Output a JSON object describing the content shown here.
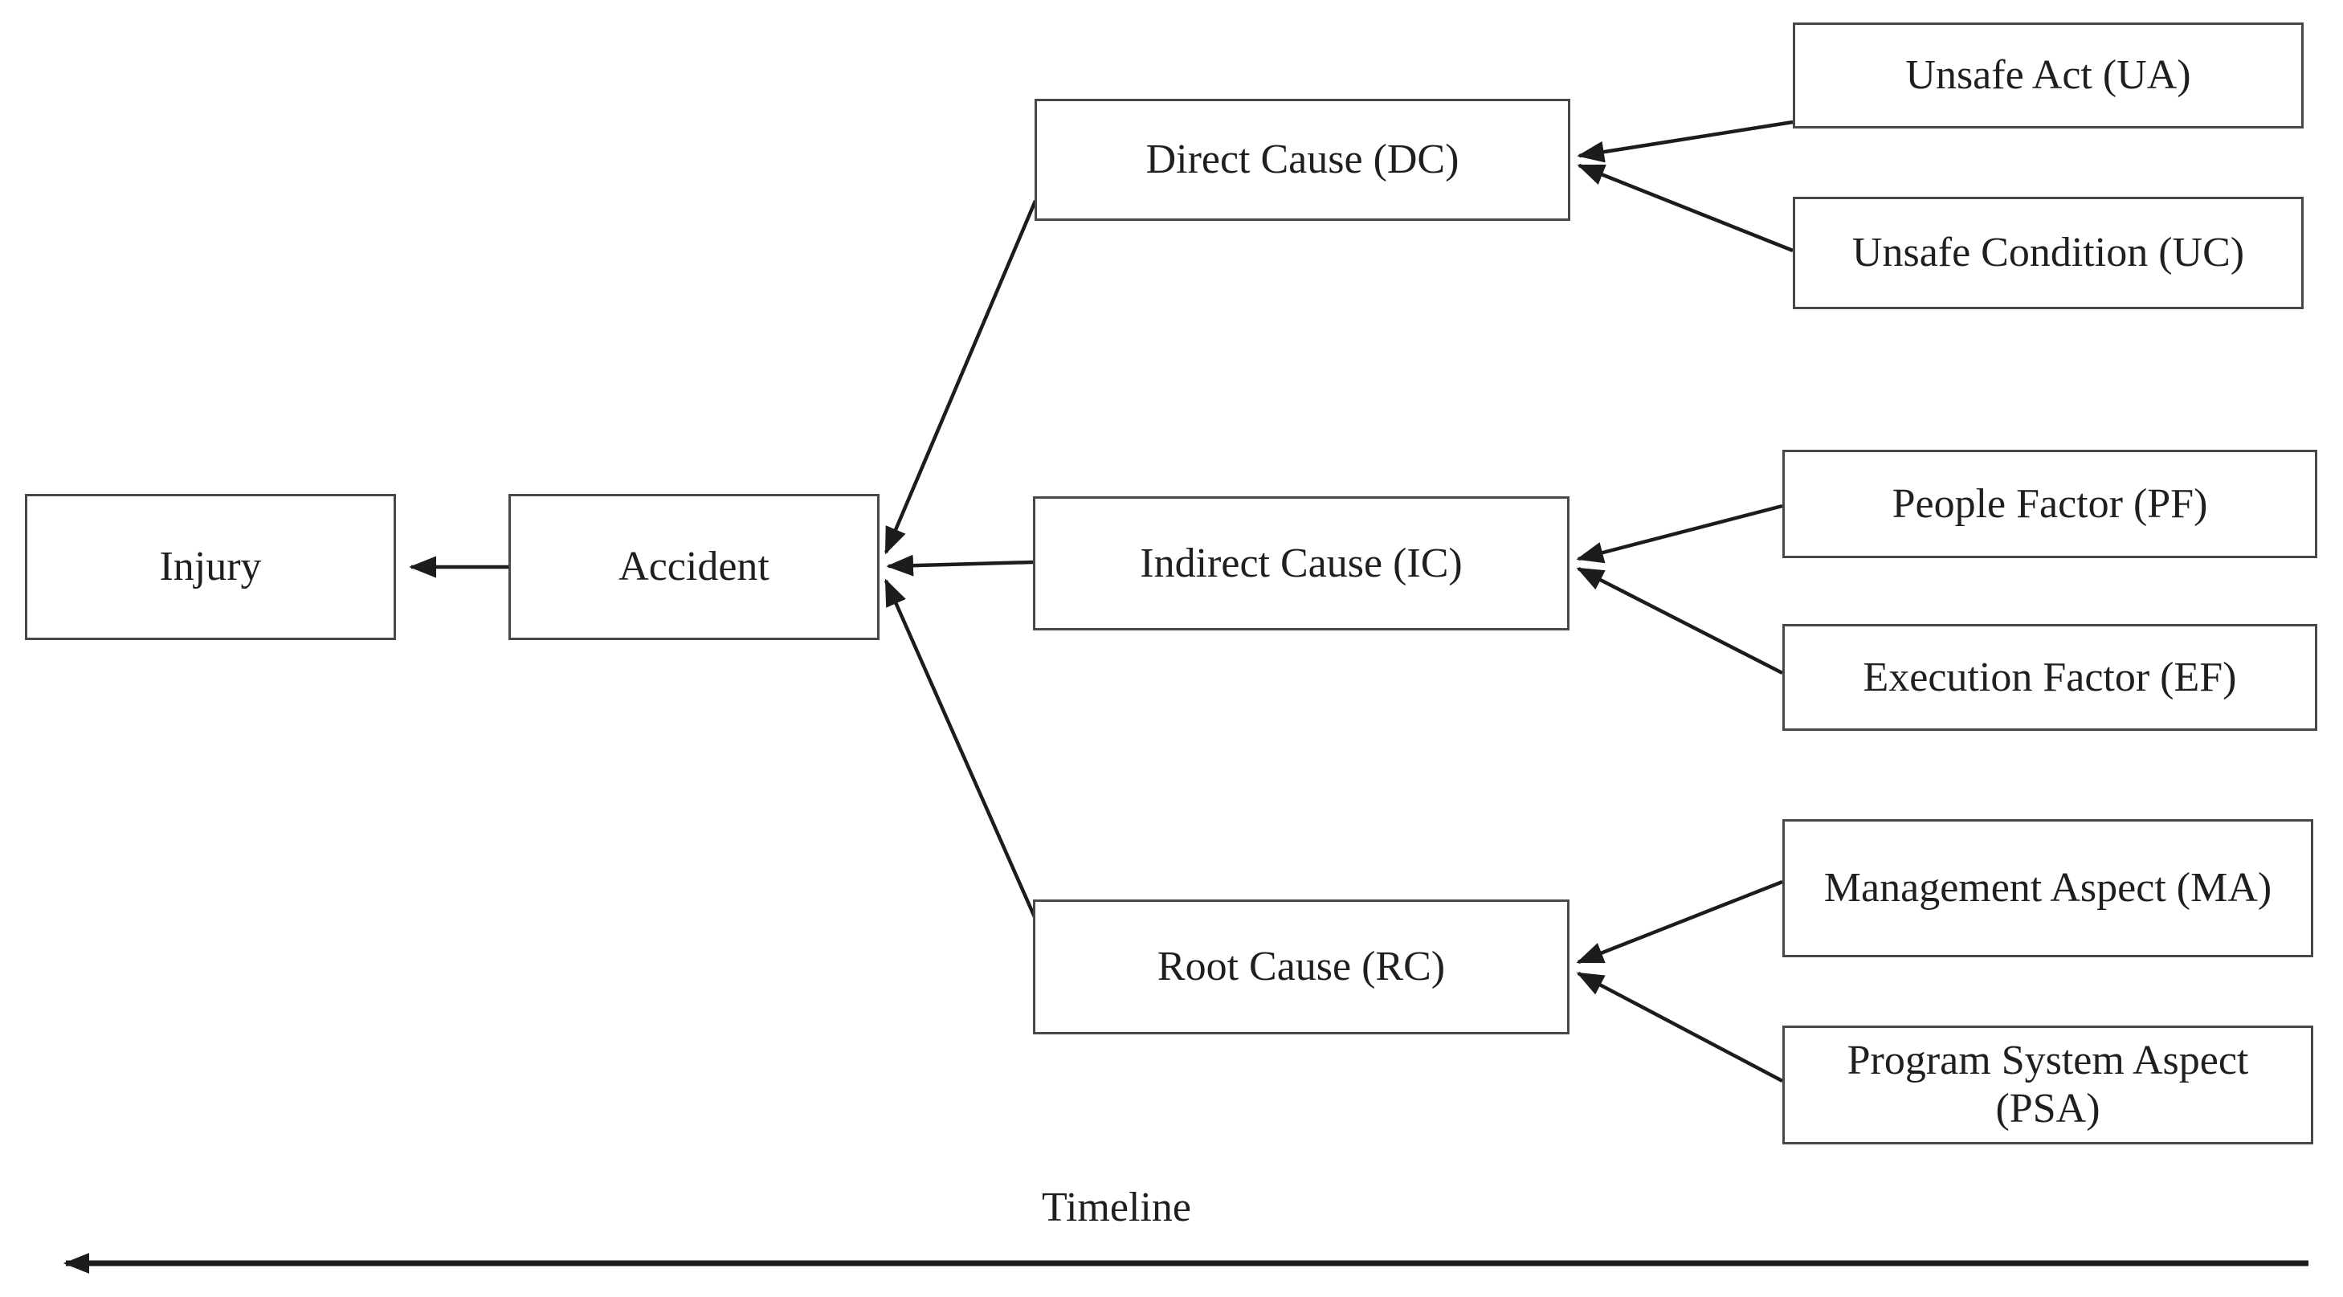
{
  "nodes": {
    "injury": {
      "label": "Injury"
    },
    "accident": {
      "label": "Accident"
    },
    "direct_cause": {
      "label": "Direct Cause (DC)"
    },
    "indirect_cause": {
      "label": "Indirect Cause (IC)"
    },
    "root_cause": {
      "label": "Root Cause (RC)"
    },
    "unsafe_act": {
      "label": "Unsafe Act (UA)"
    },
    "unsafe_condition": {
      "label": "Unsafe Condition (UC)"
    },
    "people_factor": {
      "label": "People Factor (PF)"
    },
    "execution_factor": {
      "label": "Execution Factor (EF)"
    },
    "management_aspect": {
      "label": "Management Aspect (MA)"
    },
    "program_system_aspect": {
      "label": "Program System Aspect (PSA)",
      "lines": [
        "Program System Aspect",
        "(PSA)"
      ]
    }
  },
  "timeline": {
    "label": "Timeline",
    "arrow_direction": "right-to-left"
  },
  "edges": [
    {
      "from": "Accident",
      "to": "Injury"
    },
    {
      "from": "Direct Cause (DC)",
      "to": "Accident"
    },
    {
      "from": "Indirect Cause (IC)",
      "to": "Accident"
    },
    {
      "from": "Root Cause (RC)",
      "to": "Accident"
    },
    {
      "from": "Unsafe Act (UA)",
      "to": "Direct Cause (DC)"
    },
    {
      "from": "Unsafe Condition (UC)",
      "to": "Direct Cause (DC)"
    },
    {
      "from": "People Factor (PF)",
      "to": "Indirect Cause (IC)"
    },
    {
      "from": "Execution Factor (EF)",
      "to": "Indirect Cause (IC)"
    },
    {
      "from": "Management Aspect (MA)",
      "to": "Root Cause (RC)"
    },
    {
      "from": "Program System Aspect (PSA)",
      "to": "Root Cause (RC)"
    }
  ],
  "colors": {
    "background": "#ffffff",
    "box_border": "#484848",
    "box_fill": "#ffffff",
    "line": "#1c1c1c",
    "text": "#1f1f1f"
  }
}
